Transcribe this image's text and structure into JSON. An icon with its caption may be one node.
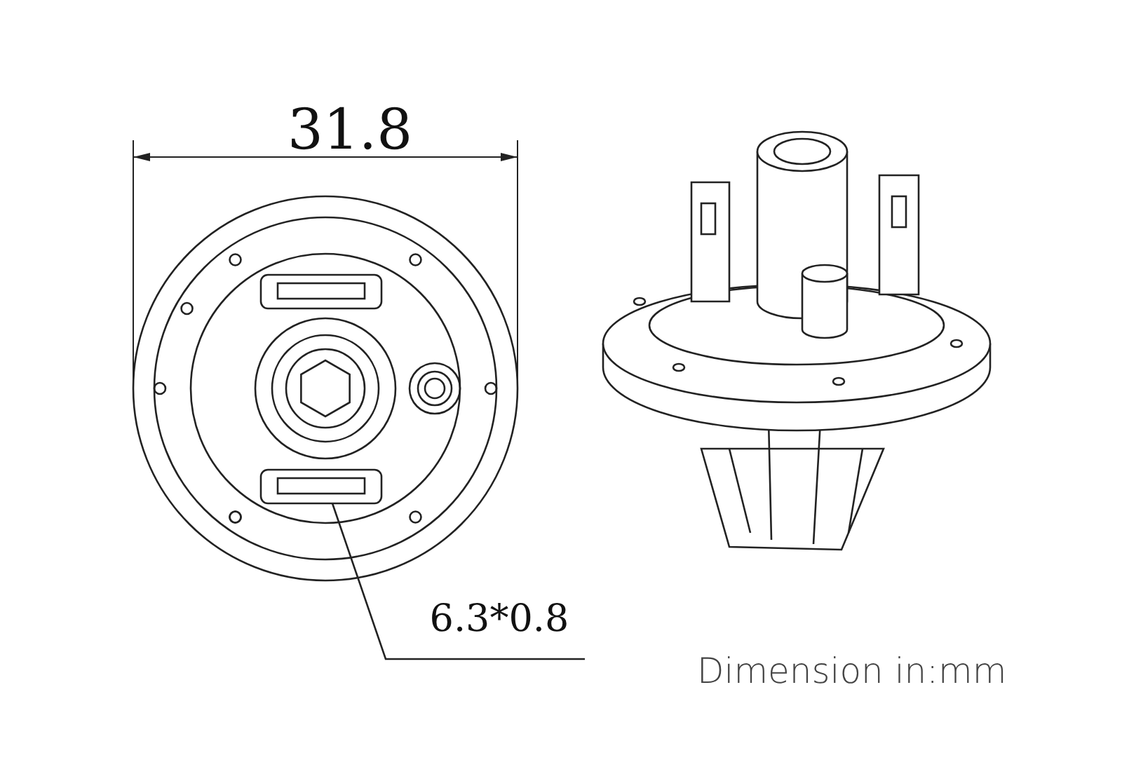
{
  "diagram": {
    "nodes": [
      {
        "text": [
          "6.3*0.8"
        ]
      },
      {
        "text": [],
        "shape": "bar"
      }
    ],
    "edges": [
      {
        "from": 0,
        "to": 1,
        "arrow": "none"
      }
    ],
    "labels": [
      "31.8",
      "Dimension in:mm"
    ]
  }
}
